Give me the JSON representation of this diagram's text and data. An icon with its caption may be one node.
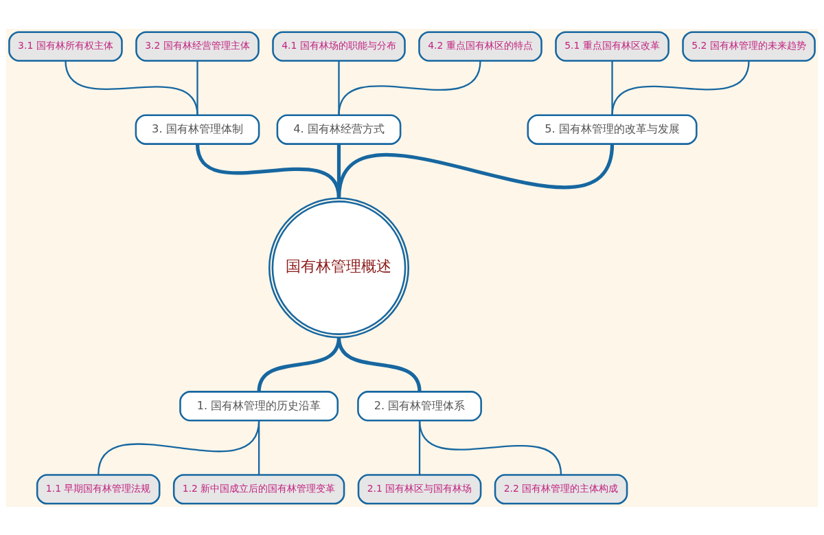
{
  "diagram": {
    "nodes": [
      {
        "text": [
          "3.1 国有林所有权主体"
        ]
      },
      {
        "text": [
          "3.2 国有林经营管理主体"
        ]
      },
      {
        "text": [
          "4.1 国有林场的职能与分布"
        ]
      },
      {
        "text": [
          "4.2 重点国有林区的特点"
        ]
      },
      {
        "text": [
          "5.1 重点国有林区改革"
        ]
      },
      {
        "text": [
          "5.2 国有林管理的未来趋势"
        ]
      },
      {
        "text": [
          "3. 国有林管理体制"
        ]
      },
      {
        "text": [
          "4. 国有林经营方式"
        ]
      },
      {
        "text": [
          "5. 国有林管理的改革与发展"
        ]
      },
      {
        "text": [
          "国有林管理概述"
        ]
      },
      {
        "text": [
          "1. 国有林管理的历史沿革"
        ]
      },
      {
        "text": [
          "2. 国有林管理体系"
        ]
      },
      {
        "text": [
          "1.1 早期国有林管理法规"
        ]
      },
      {
        "text": [
          "1.2 新中国成立后的国有林管理变革"
        ]
      },
      {
        "text": [
          "2.1 国有林区与国有林场"
        ]
      },
      {
        "text": [
          "2.2 国有林管理的主体构成"
        ]
      }
    ],
    "edges": [
      {
        "from": 9,
        "to": 6,
        "arrow": "none",
        "style": "thick"
      },
      {
        "from": 9,
        "to": 7,
        "arrow": "none",
        "style": "thick"
      },
      {
        "from": 9,
        "to": 8,
        "arrow": "none",
        "style": "thick"
      },
      {
        "from": 9,
        "to": 10,
        "arrow": "none",
        "style": "thick"
      },
      {
        "from": 9,
        "to": 11,
        "arrow": "none",
        "style": "thick"
      },
      {
        "from": 6,
        "to": 0,
        "arrow": "none"
      },
      {
        "from": 6,
        "to": 1,
        "arrow": "none"
      },
      {
        "from": 7,
        "to": 2,
        "arrow": "none"
      },
      {
        "from": 7,
        "to": 3,
        "arrow": "none"
      },
      {
        "from": 8,
        "to": 4,
        "arrow": "none"
      },
      {
        "from": 8,
        "to": 5,
        "arrow": "none"
      },
      {
        "from": 10,
        "to": 12,
        "arrow": "none"
      },
      {
        "from": 10,
        "to": 13,
        "arrow": "none"
      },
      {
        "from": 11,
        "to": 14,
        "arrow": "none"
      },
      {
        "from": 11,
        "to": 15,
        "arrow": "none"
      }
    ]
  }
}
